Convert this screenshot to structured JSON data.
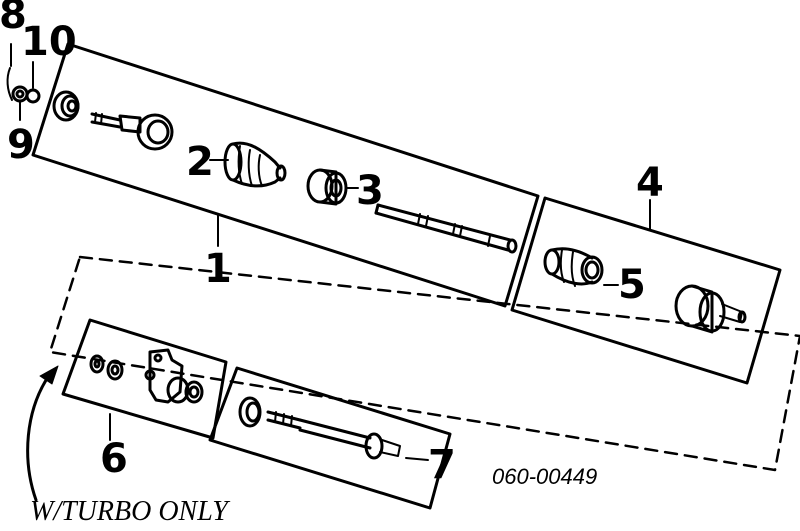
{
  "callouts": {
    "c1": "1",
    "c2": "2",
    "c3": "3",
    "c4": "4",
    "c5": "5",
    "c6": "6",
    "c7": "7",
    "c8": "8",
    "c9": "9",
    "c10": "10"
  },
  "note": "W/TURBO ONLY",
  "diagram_code": "060-00449",
  "icons": [
    "boot-icon",
    "joint-icon",
    "shaft-icon",
    "washer-icon",
    "bracket-icon"
  ]
}
